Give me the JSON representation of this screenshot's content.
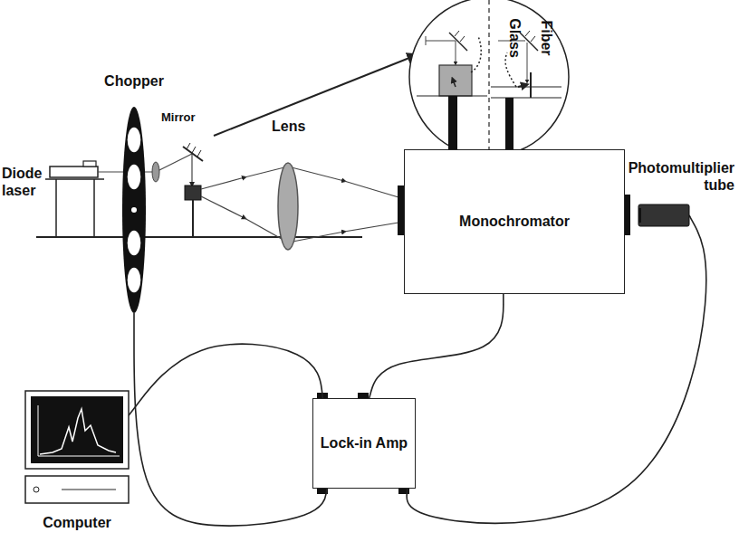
{
  "diagram": {
    "nodes": [
      {
        "text": [
          "Chopper"
        ]
      },
      {
        "text": [
          "Monochromator"
        ]
      },
      {
        "text": [
          "Photomultiplier tube"
        ]
      },
      {
        "text": [
          "Lock-in Amp"
        ]
      },
      {
        "text": [
          "Computer"
        ]
      }
    ],
    "edges": [
      {
        "from": 0,
        "to": 3,
        "arrow": "none"
      },
      {
        "from": 1,
        "to": 3,
        "arrow": "none"
      },
      {
        "from": 2,
        "to": 3,
        "arrow": "none"
      },
      {
        "from": 4,
        "to": 3,
        "arrow": "none"
      }
    ],
    "labels": [
      "Diode laser",
      "Mirror",
      "Lens",
      "Glass",
      "Fiber"
    ]
  }
}
